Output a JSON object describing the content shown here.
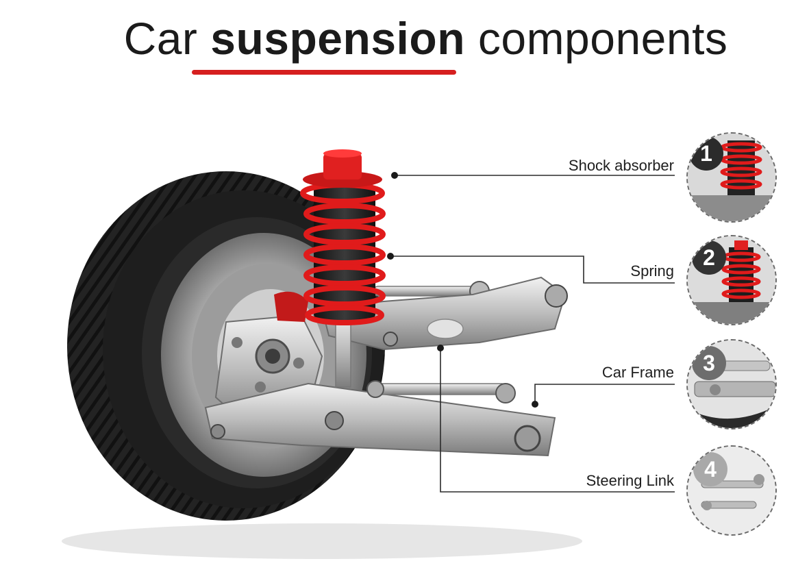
{
  "title": {
    "prefix": "Car",
    "bold": "suspension",
    "suffix": "components"
  },
  "colors": {
    "accent": "#d61f1f",
    "spring": "#e01b1b",
    "metal": "#c8c8c8",
    "tire": "#1f1f1f"
  },
  "components": [
    {
      "number": "1",
      "label": "Shock absorber",
      "badge_color": "#2b2b2b"
    },
    {
      "number": "2",
      "label": "Spring",
      "badge_color": "#333333"
    },
    {
      "number": "3",
      "label": "Car Frame",
      "badge_color": "#6d6d6d"
    },
    {
      "number": "4",
      "label": "Steering Link",
      "badge_color": "#a9a9a9"
    }
  ]
}
